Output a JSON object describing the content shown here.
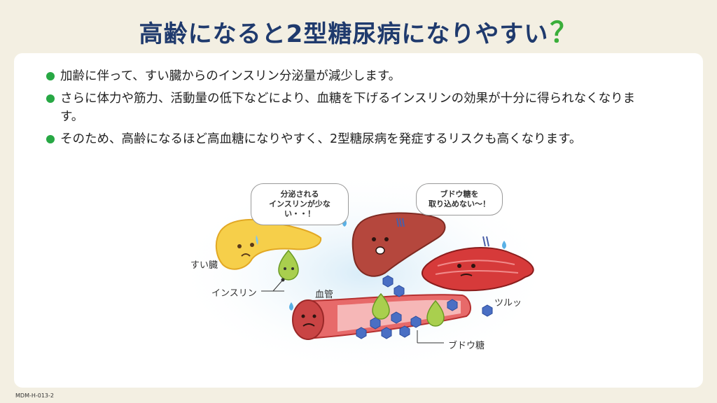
{
  "title": {
    "text": "高齢になると2型糖尿病になりやすい",
    "mark": "？"
  },
  "bullets": [
    "加齢に伴って、すい臓からのインスリン分泌量が減少します。",
    "さらに体力や筋力、活動量の低下などにより、血糖を下げるインスリンの効果が十分に得られなくなります。",
    "そのため、高齢になるほど高血糖になりやすく、2型糖尿病を発症するリスクも高くなります。"
  ],
  "illustration": {
    "bubble_pancreas": [
      "分泌される",
      "インスリンが少ない・・！"
    ],
    "bubble_liver": [
      "ブドウ糖を",
      "取り込めない～！"
    ],
    "label_pancreas": "すい臓",
    "label_insulin": "インスリン",
    "label_vessel": "血管",
    "label_glucose": "ブドウ糖",
    "label_slip": "ツルッ"
  },
  "footer_code": "MDM-H-013-2",
  "colors": {
    "title": "#1f3a6d",
    "accent": "#3aae3a",
    "bullet": "#27a844",
    "background": "#f3efe2"
  }
}
